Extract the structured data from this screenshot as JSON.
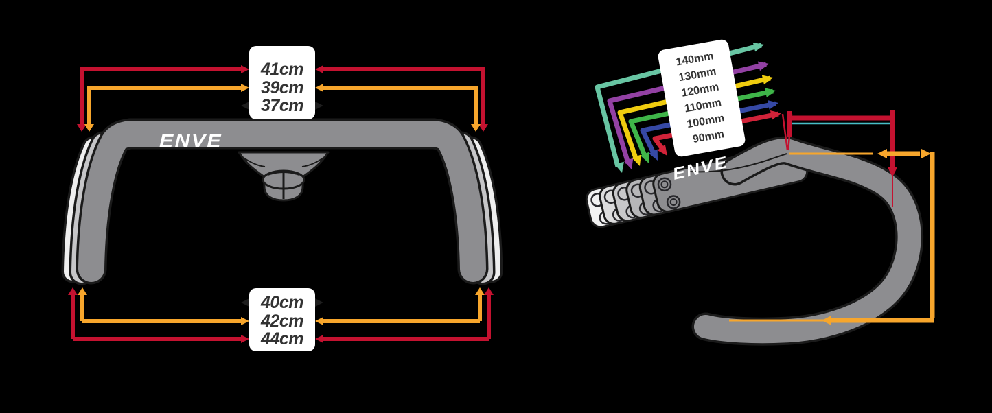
{
  "front_view": {
    "logo": "ENVE",
    "hood_widths": [
      {
        "label": "41cm",
        "color": "#C41230"
      },
      {
        "label": "39cm",
        "color": "#F7A62C"
      },
      {
        "label": "37cm",
        "color": "#1E1E1E"
      }
    ],
    "drop_widths": [
      {
        "label": "40cm",
        "color": "#1E1E1E"
      },
      {
        "label": "42cm",
        "color": "#F7A62C"
      },
      {
        "label": "44cm",
        "color": "#C41230"
      }
    ]
  },
  "side_view": {
    "logo": "ENVE",
    "stem_lengths": [
      {
        "label": "140mm",
        "color": "#68C5A3"
      },
      {
        "label": "130mm",
        "color": "#9341A4"
      },
      {
        "label": "120mm",
        "color": "#F0CC0F"
      },
      {
        "label": "110mm",
        "color": "#3FB549"
      },
      {
        "label": "100mm",
        "color": "#3649A5"
      },
      {
        "label": "90mm",
        "color": "#D12339"
      }
    ],
    "reach_color": "#C41230",
    "reach_accent_color": "#49BEC8",
    "drop_color": "#F7A62C"
  }
}
